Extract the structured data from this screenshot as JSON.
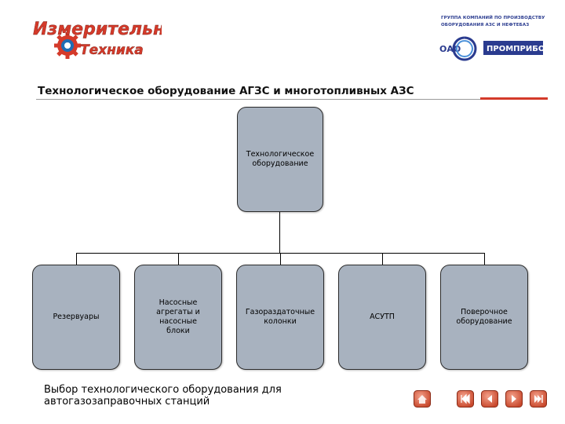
{
  "logo_left": {
    "line1": "Измерительная",
    "line2": "Техника"
  },
  "logo_right": {
    "tagline_line1": "группа компаний по производству",
    "tagline_line2": "оборудования АЗС и нефтебаз",
    "prefix": "ОАО",
    "name": "ПРОМПРИБОР"
  },
  "heading": "Технологическое оборудование  АГЗС и многотопливных АЗС",
  "diagram": {
    "root": "Технологическое оборудование",
    "children": [
      "Резервуары",
      "Насосные агрегаты и насосные блоки",
      "Газораздаточные колонки",
      "АСУТП",
      "Поверочное оборудование"
    ]
  },
  "footer": "Выбор технологического оборудования для автогазозаправочных станций",
  "nav": [
    "home-icon",
    "first-icon",
    "prev-icon",
    "next-icon",
    "last-icon"
  ],
  "colors": {
    "box_fill": "#a8b2bf",
    "accent_red": "#d43a2a",
    "brand_blue": "#2a3b8f",
    "logo_blue": "#1e6db5"
  }
}
